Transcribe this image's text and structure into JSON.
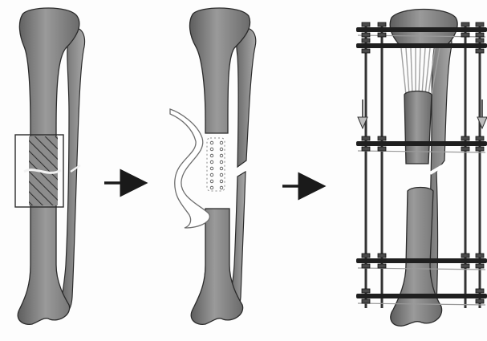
{
  "figure": {
    "panels": [
      {
        "id": "panel-1",
        "depicts": "tibia-with-hatched-resection-zone"
      },
      {
        "id": "panel-2",
        "depicts": "tibia-after-resection-with-segment-removed"
      },
      {
        "id": "panel-3",
        "depicts": "tibia-in-ring-external-fixator-bone-transport"
      }
    ],
    "connectors": [
      "arrow-right",
      "arrow-right"
    ],
    "transport_arrows": [
      "arrow-down",
      "arrow-down"
    ]
  },
  "colors": {
    "bone": "#8a8a8a",
    "bone_dark": "#5e5e5e",
    "bone_light": "#b4b4b4",
    "outline": "#2b2b2b",
    "frame_rod": "#3a3a3a",
    "frame_ring": "#1f1f1f",
    "wire": "#9a9a9a",
    "background": "#fdfdfd"
  }
}
